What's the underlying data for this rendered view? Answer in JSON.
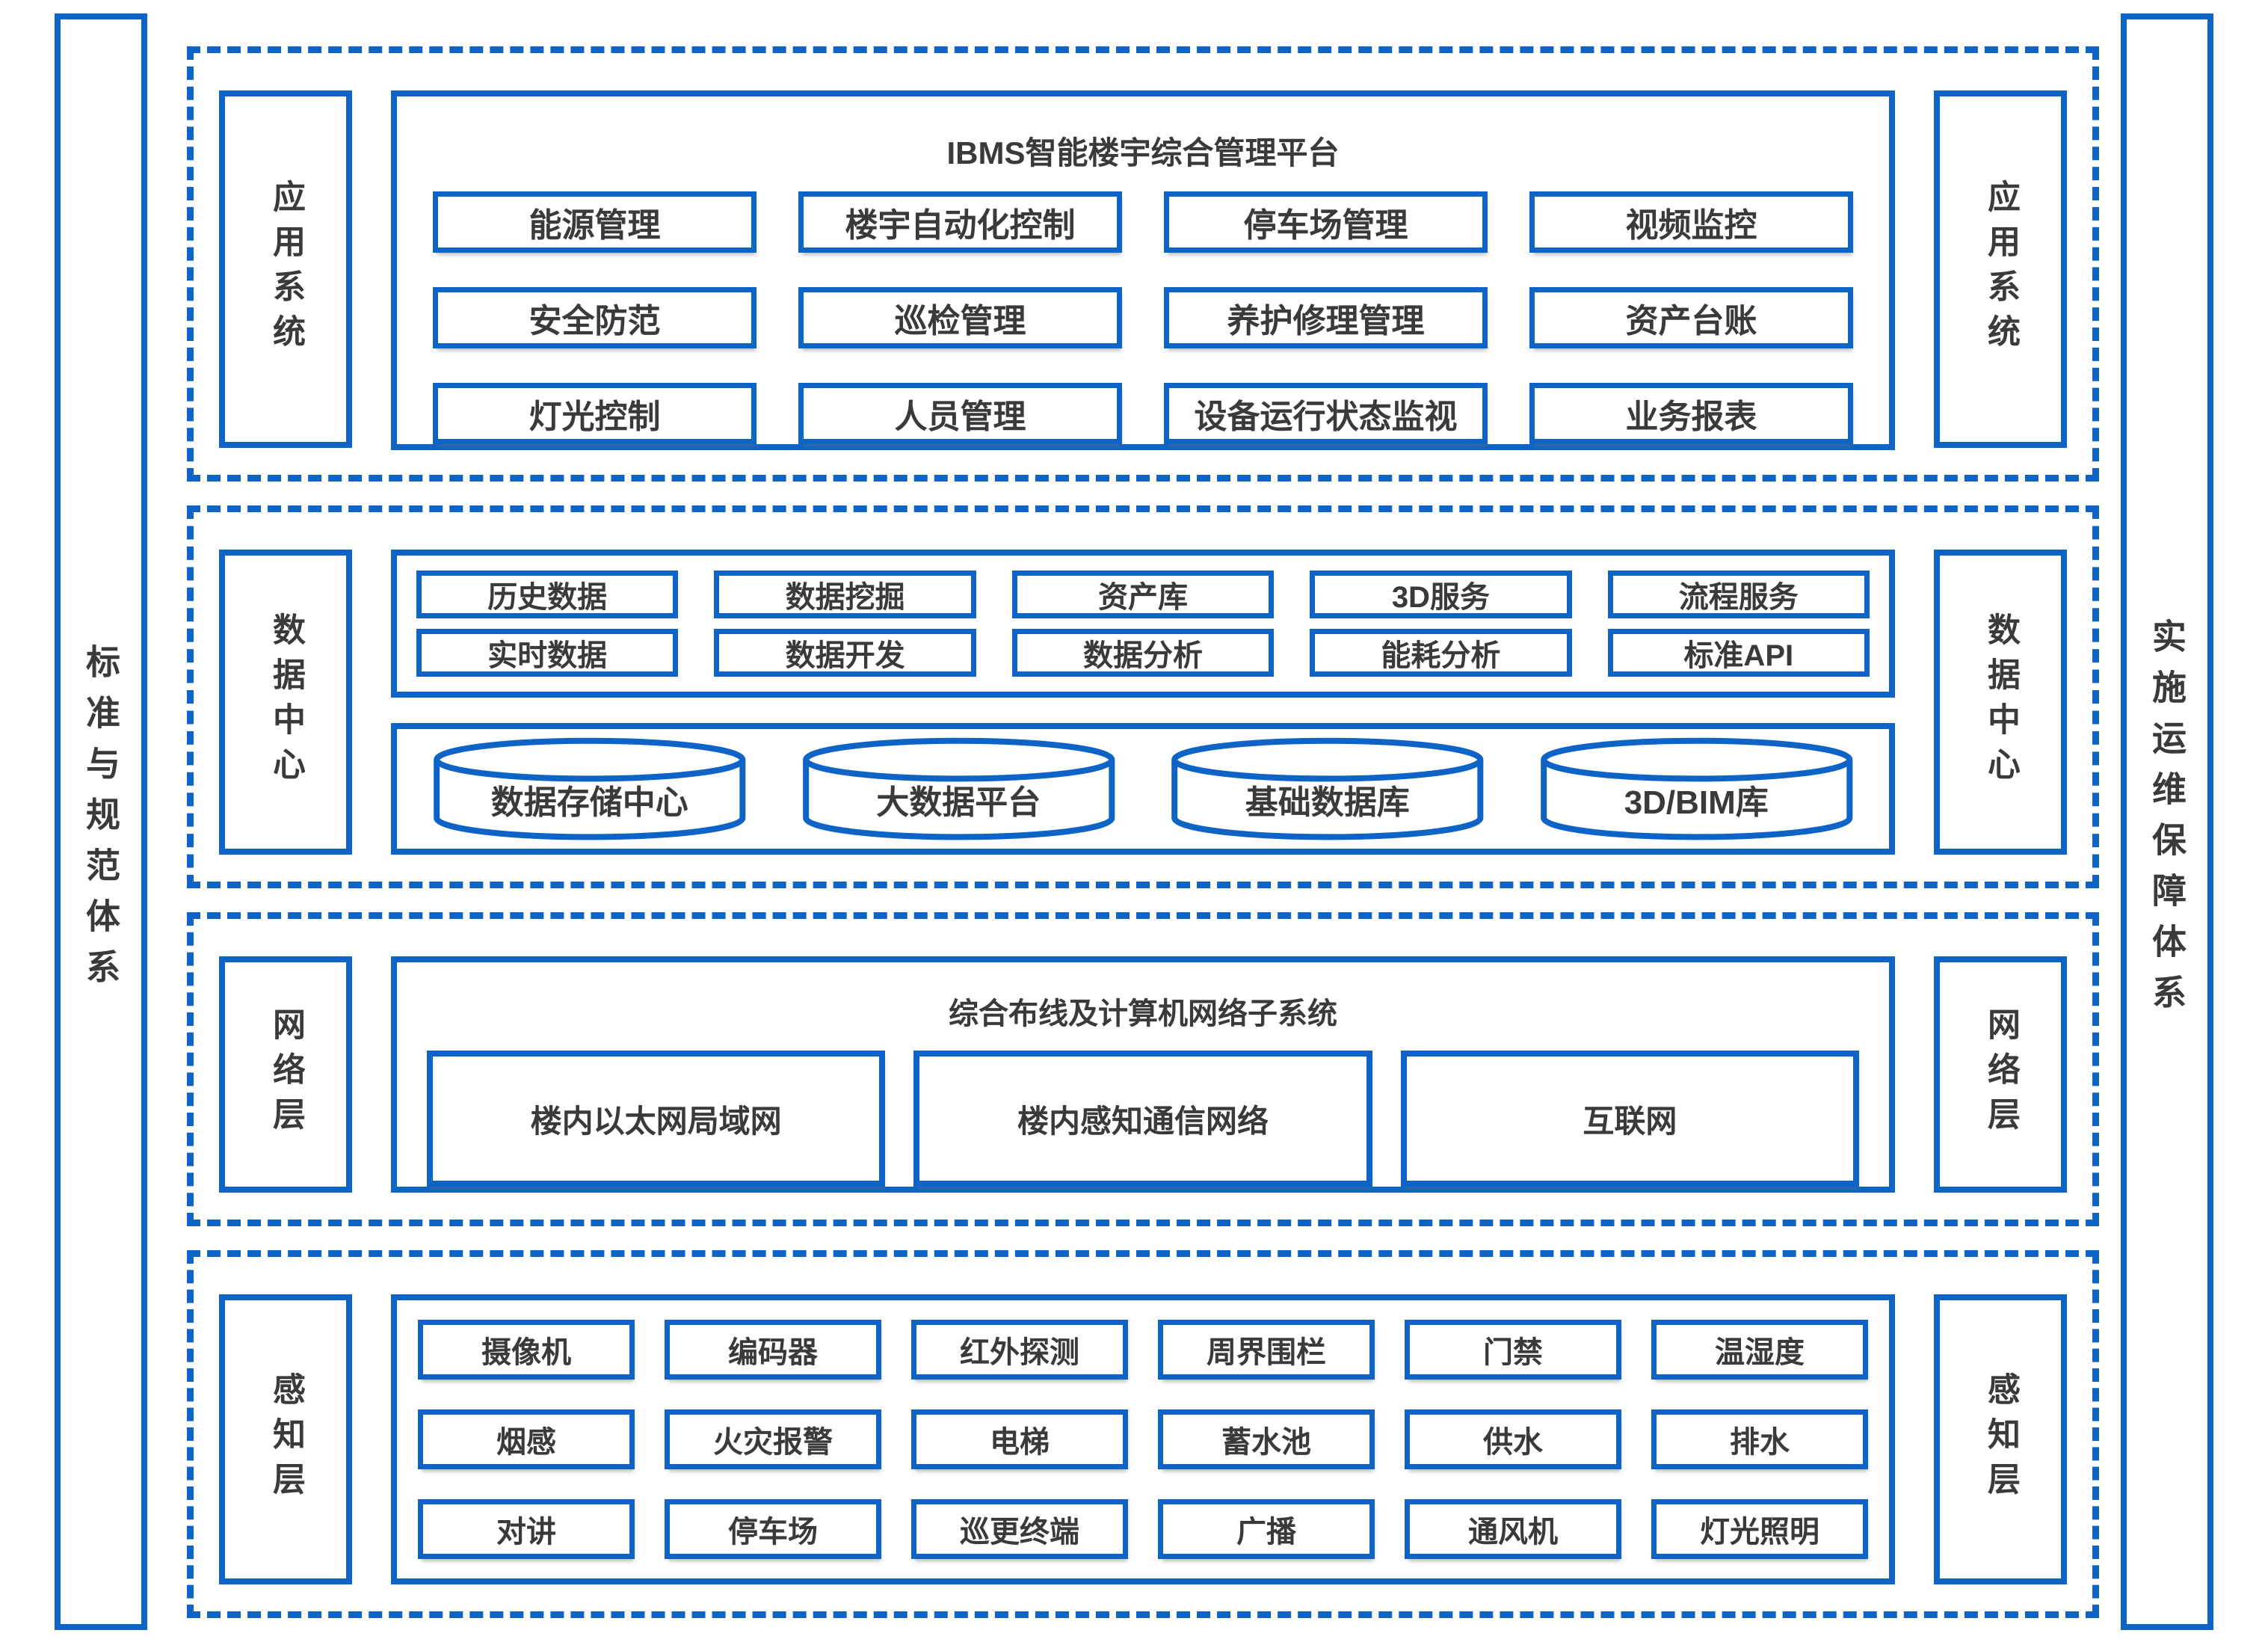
{
  "colors": {
    "accent": "#0d64c6",
    "ink": "#3a3a3a"
  },
  "left_bar": {
    "label": "标准与规范体系"
  },
  "right_bar": {
    "label": "实施运维保障体系"
  },
  "sections": {
    "application": {
      "side_label": "应用系统",
      "platform_title": "IBMS智能楼宇综合管理平台",
      "modules": [
        "能源管理",
        "楼宇自动化控制",
        "停车场管理",
        "视频监控",
        "安全防范",
        "巡检管理",
        "养护修理管理",
        "资产台账",
        "灯光控制",
        "人员管理",
        "设备运行状态监视",
        "业务报表"
      ]
    },
    "data_center": {
      "side_label": "数据中心",
      "services": [
        "历史数据",
        "数据挖掘",
        "资产库",
        "3D服务",
        "流程服务",
        "实时数据",
        "数据开发",
        "数据分析",
        "能耗分析",
        "标准API"
      ],
      "storage": [
        "数据存储中心",
        "大数据平台",
        "基础数据库",
        "3D/BIM库"
      ]
    },
    "network": {
      "side_label": "网络层",
      "title": "综合布线及计算机网络子系统",
      "networks": [
        "楼内以太网局域网",
        "楼内感知通信网络",
        "互联网"
      ]
    },
    "perception": {
      "side_label": "感知层",
      "devices": [
        "摄像机",
        "编码器",
        "红外探测",
        "周界围栏",
        "门禁",
        "温湿度",
        "烟感",
        "火灾报警",
        "电梯",
        "蓄水池",
        "供水",
        "排水",
        "对讲",
        "停车场",
        "巡更终端",
        "广播",
        "通风机",
        "灯光照明"
      ]
    }
  }
}
